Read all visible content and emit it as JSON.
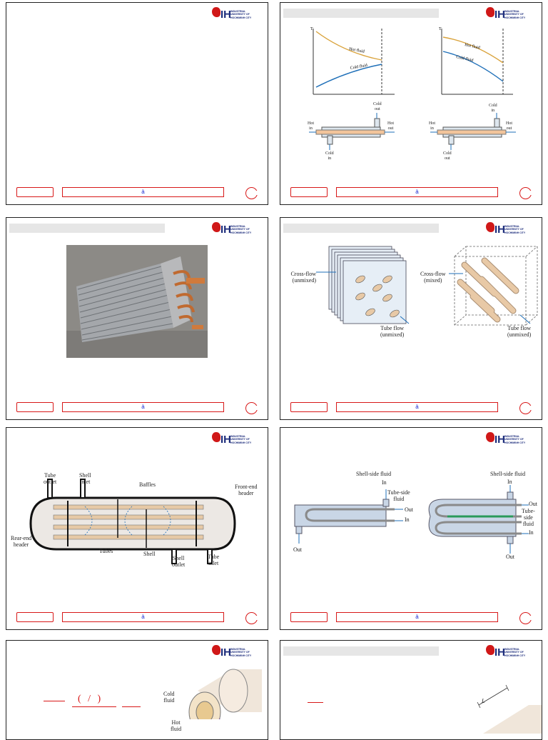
{
  "footer": {
    "center_text": "à"
  },
  "logo": {
    "brand": "IH",
    "caption": "INDUSTRIAL\nUNIVERSITY OF\nHOCHIMINH CITY"
  },
  "slide2": {
    "axis_y": "T",
    "left_hot": "Hot fluid",
    "left_cold": "Cold fluid",
    "right_hot": "Hot fluid",
    "right_cold": "Cold fluid",
    "left_labels": {
      "hot_in": "Hot\nin",
      "hot_out": "Hot\nout",
      "cold_out": "Cold\nout",
      "cold_in": "Cold\nin"
    },
    "right_labels": {
      "hot_in": "Hot\nin",
      "hot_out": "Hot\nout",
      "cold_in": "Cold\nin",
      "cold_out": "Cold\nout"
    }
  },
  "slide4": {
    "left_cross": "Cross-flow\n(unmixed)",
    "left_tube": "Tube flow\n(unmixed)",
    "right_cross": "Cross-flow\n(mixed)",
    "right_tube": "Tube flow\n(unmixed)"
  },
  "slide5": {
    "tube_outlet": "Tube\noutlet",
    "shell_inlet": "Shell\ninlet",
    "baffles": "Baffles",
    "front_end_header": "Front-end\nheader",
    "rear_end_header": "Rear-end\nheader",
    "tubes": "Tubes",
    "shell": "Shell",
    "shell_outlet": "Shell\noutlet",
    "tube_inlet": "Tube\ninlet"
  },
  "slide6": {
    "left_shell_fluid": "Shell-side fluid",
    "left_in": "In",
    "left_tube_fluid": "Tube-side\nfluid",
    "left_out_right": "Out",
    "left_in_right": "In",
    "left_out_bottom": "Out",
    "right_shell_fluid": "Shell-side fluid",
    "right_in": "In",
    "right_out_right": "Out",
    "right_tube_fluid": "Tube-\nside\nfluid",
    "right_in_right": "In",
    "right_out_bottom": "Out"
  },
  "slide7": {
    "formula": "( / )",
    "cold_fluid": "Cold\nfluid",
    "hot_fluid": "Hot\nfluid"
  },
  "slide8": {
    "dim_label": "L"
  },
  "colors": {
    "accent": "#d81818",
    "hot": "#d9a23a",
    "cold": "#1e6fb8"
  }
}
